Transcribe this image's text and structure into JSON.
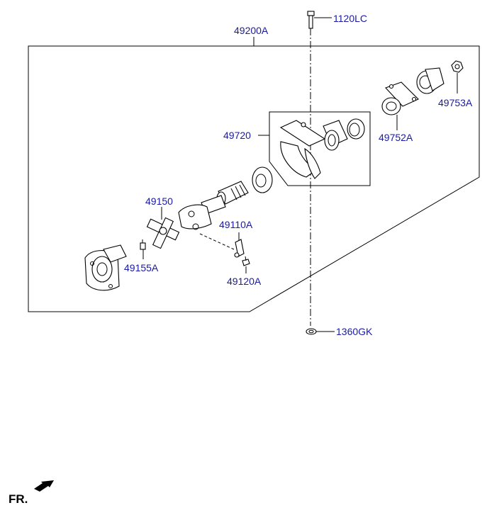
{
  "parts": {
    "assembly": "49200A",
    "bolt": "1120LC",
    "washer": "1360GK",
    "center_bearing": "49720",
    "flange_yoke_front": "49752A",
    "nut": "49753A",
    "universal_joint": "49150",
    "slip_yoke": "49110A",
    "grease_nipple": "49155A",
    "bolt_yoke": "49120A"
  },
  "direction_marker": "FR.",
  "colors": {
    "label": "#1a1aa6",
    "line": "#000000",
    "background": "#ffffff"
  }
}
